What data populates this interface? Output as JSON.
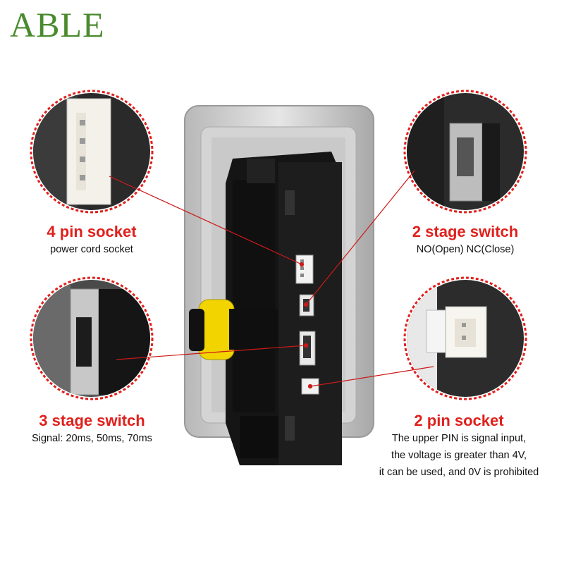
{
  "brand": {
    "logo_text": "ABLE",
    "color": "#4a8a2e"
  },
  "callouts": {
    "pin4": {
      "title": "4 pin socket",
      "lines": [
        "power cord socket"
      ]
    },
    "switch2": {
      "title": "2 stage switch",
      "lines": [
        "NO(Open) NC(Close)"
      ]
    },
    "switch3": {
      "title": "3 stage switch",
      "lines": [
        "Signal: 20ms, 50ms, 70ms"
      ]
    },
    "pin2": {
      "title": "2 pin socket",
      "lines": [
        "The upper PIN is signal input,",
        "the voltage is greater than 4V,",
        "it can be used, and 0V is prohibited"
      ]
    }
  },
  "colors": {
    "accent": "#e0201c",
    "ring": "#e0201c",
    "leader": "#cc1a1a"
  }
}
